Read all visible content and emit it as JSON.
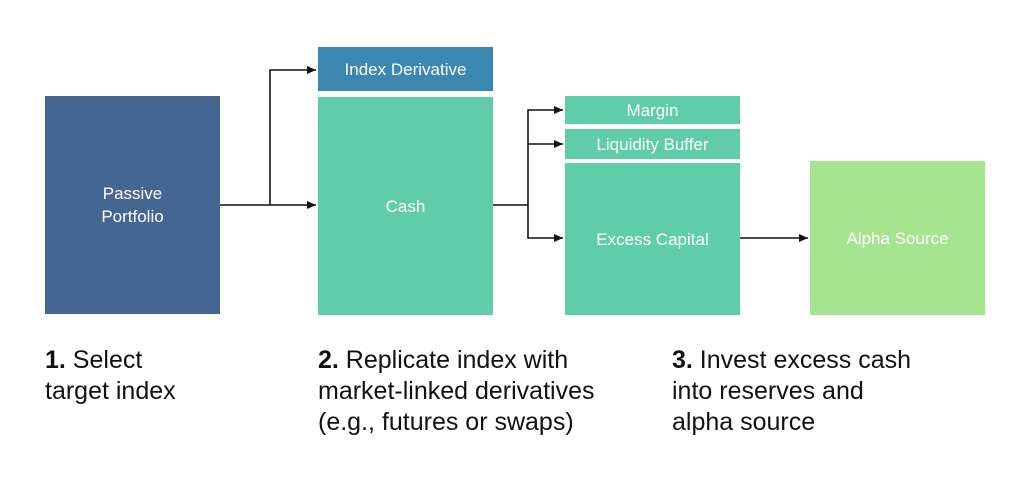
{
  "boxes": {
    "portfolio": "Passive\nPortfolio",
    "derivative": "Index Derivative",
    "cash": "Cash",
    "margin": "Margin",
    "buffer": "Liquidity Buffer",
    "excess": "Excess Capital",
    "alpha": "Alpha Source"
  },
  "captions": [
    {
      "number": "1.",
      "text": " Select\ntarget index"
    },
    {
      "number": "2.",
      "text": " Replicate index with\nmarket-linked derivatives\n(e.g., futures or swaps)"
    },
    {
      "number": "3.",
      "text": " Invest excess cash\ninto reserves and\nalpha source"
    }
  ],
  "colors": {
    "portfolio": "#456592",
    "derivative": "#3a87b1",
    "cash": "#5fcda9",
    "alpha": "#a6e58f",
    "arrow": "#111111"
  }
}
